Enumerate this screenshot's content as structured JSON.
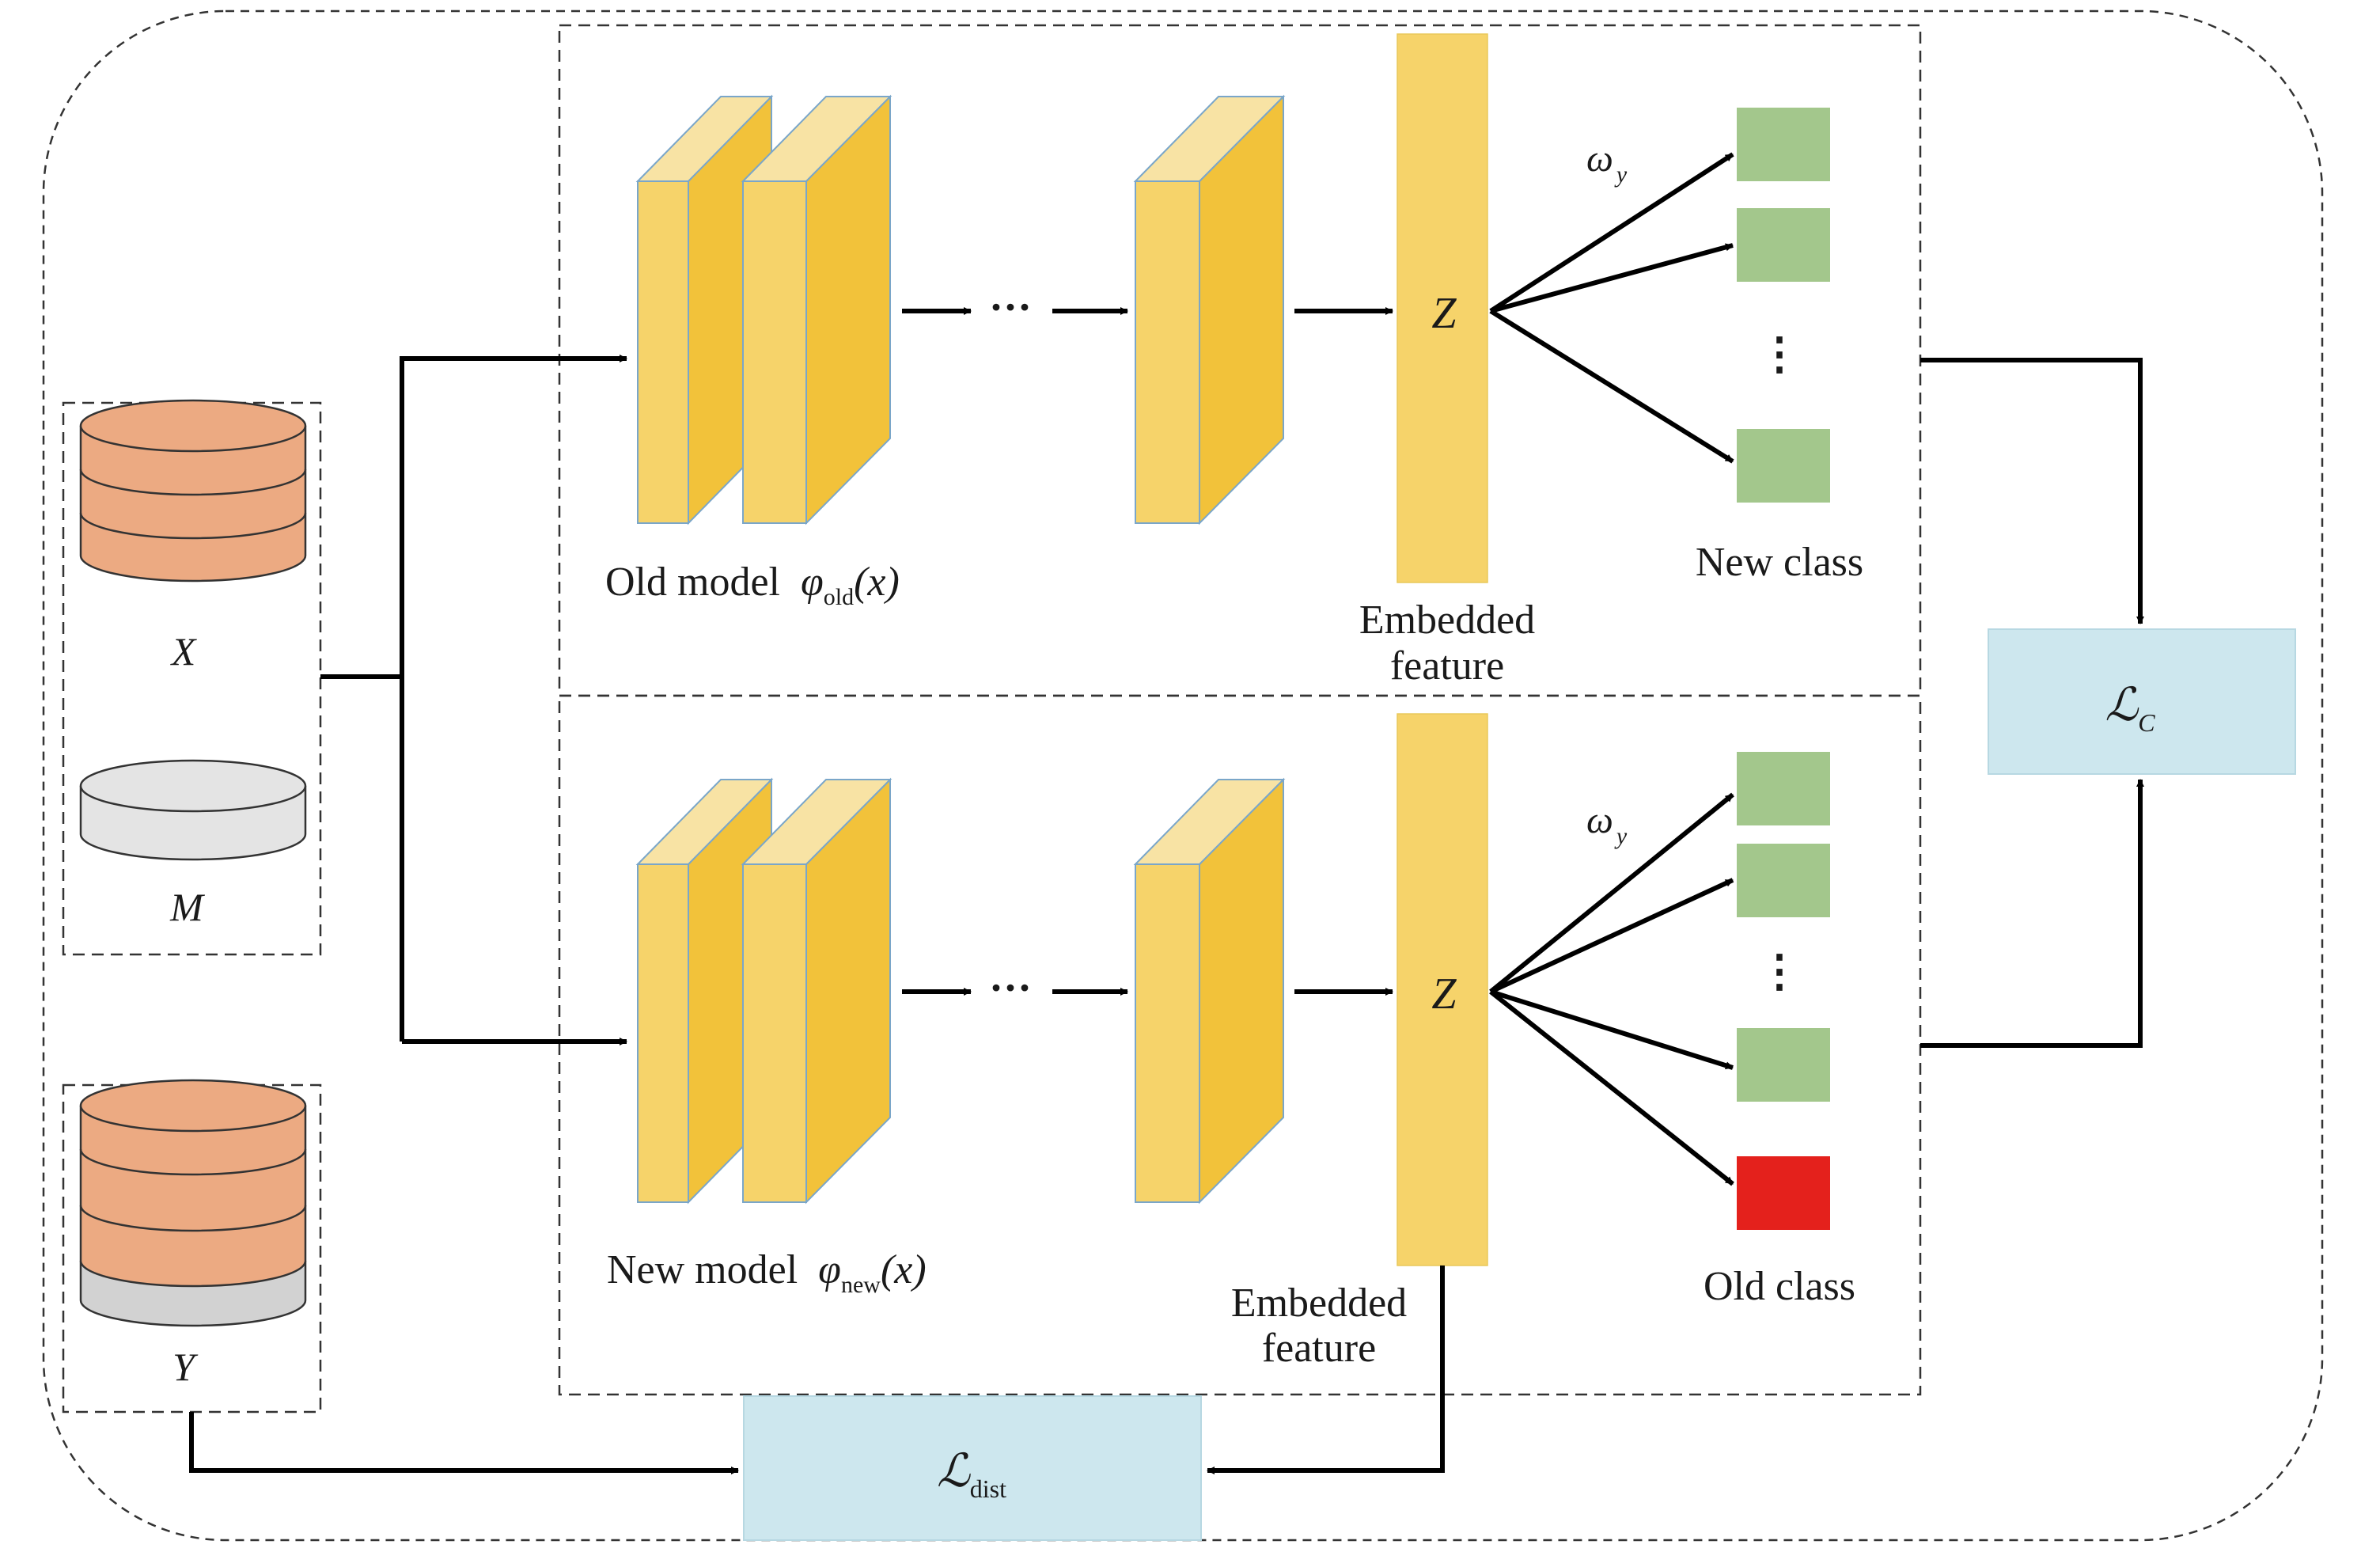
{
  "inputs": {
    "x_label": "X",
    "m_label": "M",
    "y_label": "Y"
  },
  "old_branch": {
    "model_label": "Old model",
    "phi_symbol": "φ",
    "phi_subscript": "old",
    "phi_arg": "(x)",
    "ellipsis": "···",
    "z_label": "Z",
    "weight_symbol": "ω",
    "weight_subscript": "y",
    "embedded_line1": "Embedded",
    "embedded_line2": "feature",
    "class_dots": "⋮",
    "class_label": "New class"
  },
  "new_branch": {
    "model_label": "New model",
    "phi_symbol": "φ",
    "phi_subscript": "new",
    "phi_arg": "(x)",
    "ellipsis": "···",
    "z_label": "Z",
    "weight_symbol": "ω",
    "weight_subscript": "y",
    "embedded_line1": "Embedded",
    "embedded_line2": "feature",
    "class_dots": "⋮",
    "class_label": "Old class"
  },
  "losses": {
    "classification_symbol": "ℒ",
    "classification_subscript": "C",
    "distillation_symbol": "ℒ",
    "distillation_subscript": "dist"
  },
  "colors": {
    "db_orange": "#ecaa82",
    "db_gray": "#e4e4e4",
    "db_gray_dark": "#d2d2d2",
    "layer_front": "#f6d36a",
    "layer_side": "#f2c23a",
    "layer_top": "#f8e3a4",
    "feature_bar": "#f6d36a",
    "class_green": "#a3c78c",
    "class_red": "#e4211c",
    "loss_box": "#cde7ee"
  }
}
